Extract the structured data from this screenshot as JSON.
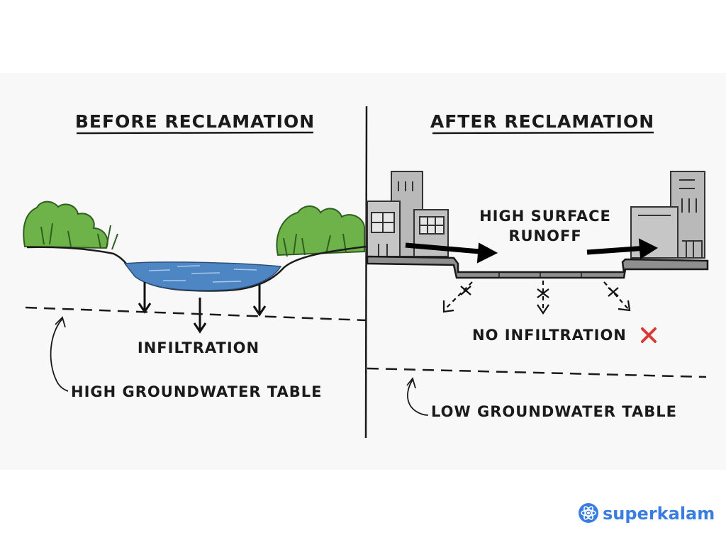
{
  "before": {
    "title": "BEFORE RECLAMATION",
    "infiltration_label": "INFILTRATION",
    "groundwater_label": "HIGH GROUNDWATER TABLE"
  },
  "after": {
    "title": "AFTER RECLAMATION",
    "runoff_label_line1": "HIGH SURFACE",
    "runoff_label_line2": "RUNOFF",
    "no_infiltration_label": "NO INFILTRATION",
    "groundwater_label": "LOW GROUNDWATER TABLE"
  },
  "brand": {
    "name": "superkalam"
  },
  "colors": {
    "panel_bg": "#f8f8f8",
    "water": "#4e86c4",
    "vegetation": "#6db34a",
    "building": "#b9b9b9",
    "cross_mark": "#d93a33",
    "brand": "#3a7de0"
  }
}
